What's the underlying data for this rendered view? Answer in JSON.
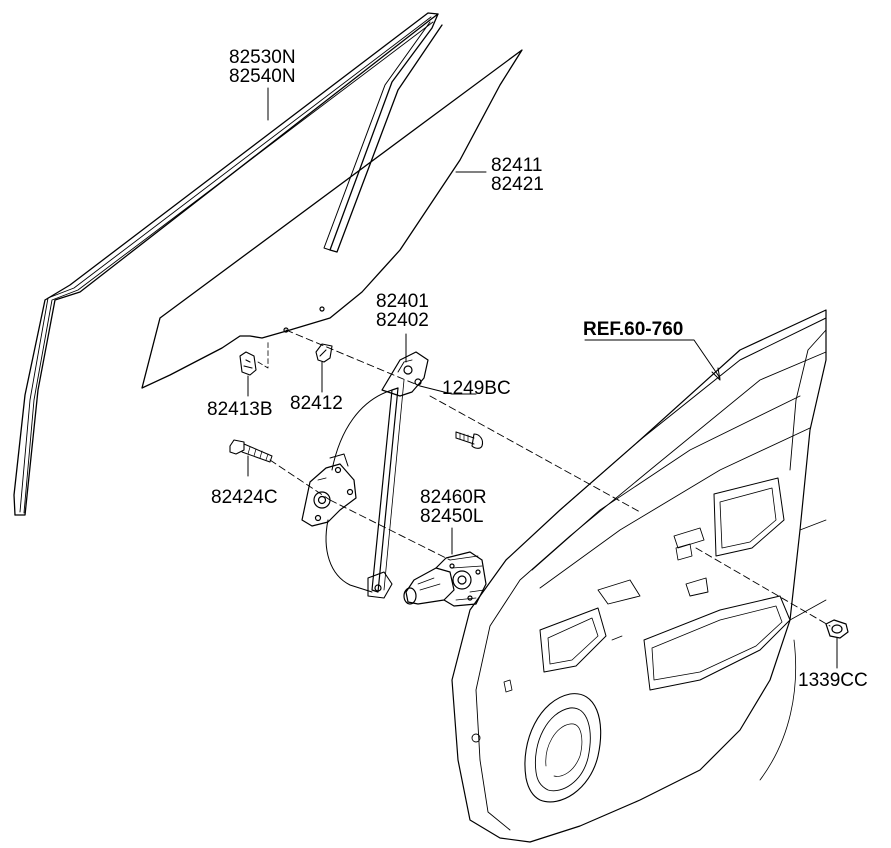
{
  "labels": {
    "run_channel": [
      "82530N",
      "82540N"
    ],
    "glass": [
      "82411",
      "82421"
    ],
    "regulator": [
      "82401",
      "82402"
    ],
    "clip": "82413B",
    "bracket": "82412",
    "bolt_upper": "1249BC",
    "bolt_lower": "82424C",
    "motor": [
      "82460R",
      "82450L"
    ],
    "grommet": "1339CC",
    "reference": "REF.60-760"
  }
}
